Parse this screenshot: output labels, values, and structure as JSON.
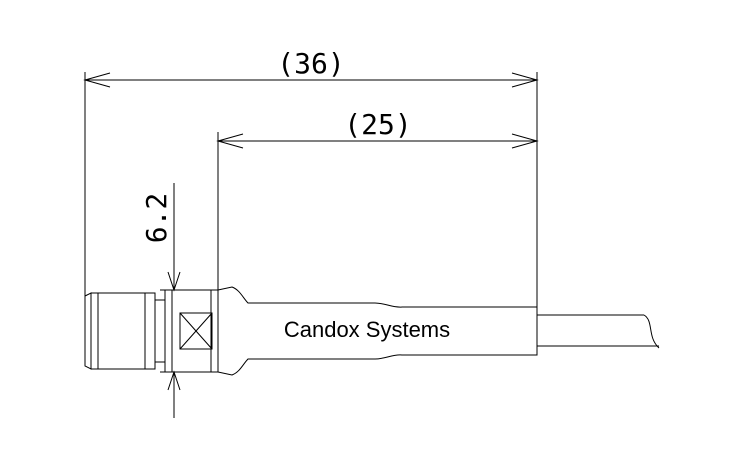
{
  "dimensions": {
    "overall_length": "(36)",
    "sleeve_length": "(25)",
    "diameter": "6.2"
  },
  "part": {
    "label": "Candox Systems"
  }
}
